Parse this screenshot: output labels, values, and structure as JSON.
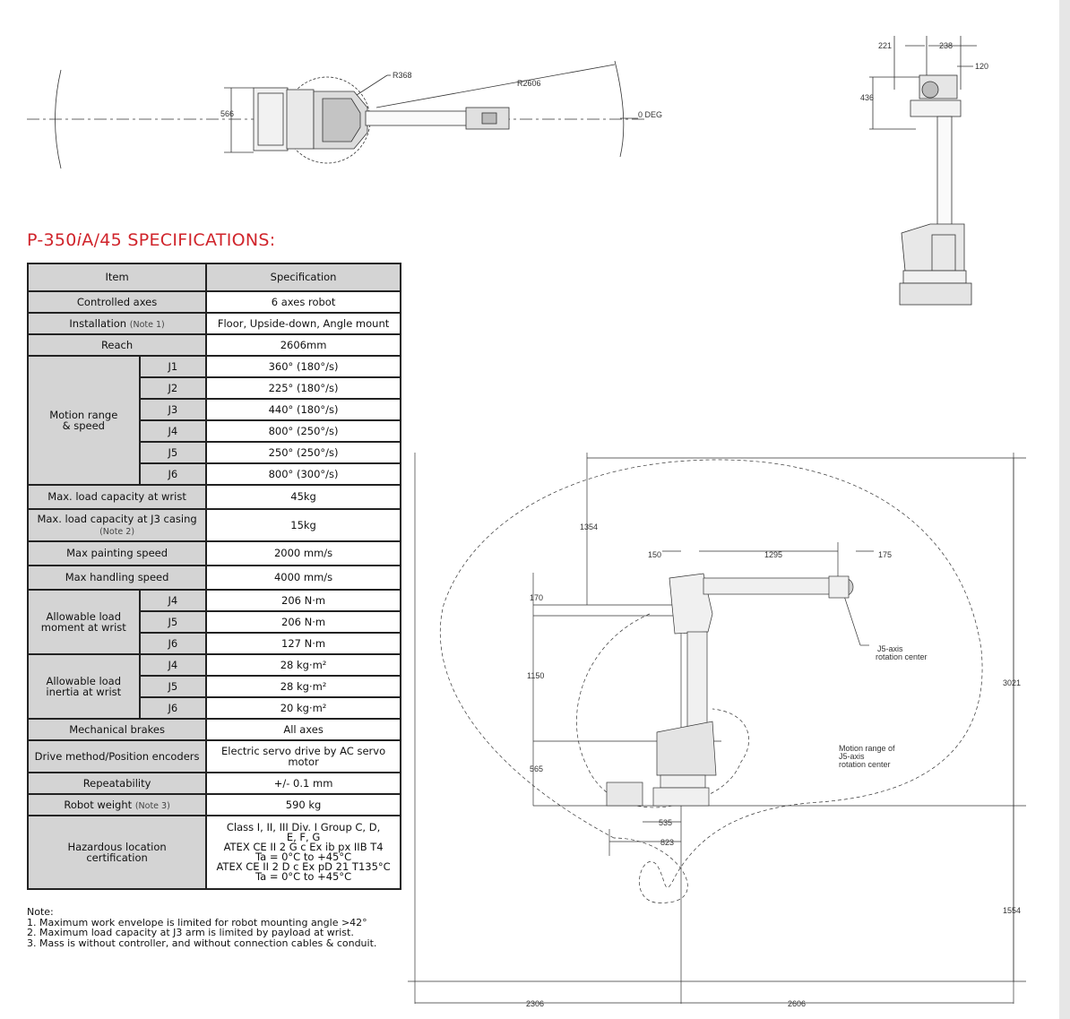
{
  "title_prefix": "P-350",
  "title_italic": "i",
  "title_suffix": "A/45 SPECIFICATIONS:",
  "table": {
    "header_item": "Item",
    "header_spec": "Specification",
    "controlled_axes": {
      "label": "Controlled axes",
      "value": "6 axes robot"
    },
    "installation": {
      "label": "Installation",
      "note": "(Note 1)",
      "value": "Floor, Upside-down, Angle mount"
    },
    "reach": {
      "label": "Reach",
      "value": "2606mm"
    },
    "motion": {
      "label_line1": "Motion range",
      "label_line2": "& speed",
      "rows": [
        {
          "joint": "J1",
          "value": "360°  (180°/s)"
        },
        {
          "joint": "J2",
          "value": "225°  (180°/s)"
        },
        {
          "joint": "J3",
          "value": "440°  (180°/s)"
        },
        {
          "joint": "J4",
          "value": "800°  (250°/s)"
        },
        {
          "joint": "J5",
          "value": "250°  (250°/s)"
        },
        {
          "joint": "J6",
          "value": "800°  (300°/s)"
        }
      ]
    },
    "max_load_wrist": {
      "label": "Max. load capacity at wrist",
      "value": "45kg"
    },
    "max_load_j3": {
      "label": "Max. load capacity at J3 casing",
      "note": "(Note 2)",
      "value": "15kg"
    },
    "max_painting": {
      "label": "Max painting speed",
      "value": "2000 mm/s"
    },
    "max_handling": {
      "label": "Max handling speed",
      "value": "4000 mm/s"
    },
    "moment": {
      "label_line1": "Allowable load",
      "label_line2": "moment at wrist",
      "rows": [
        {
          "joint": "J4",
          "value": "206 N·m"
        },
        {
          "joint": "J5",
          "value": "206 N·m"
        },
        {
          "joint": "J6",
          "value": "127 N·m"
        }
      ]
    },
    "inertia": {
      "label_line1": "Allowable load",
      "label_line2": "inertia at wrist",
      "rows": [
        {
          "joint": "J4",
          "value": "28 kg·m²"
        },
        {
          "joint": "J5",
          "value": "28 kg·m²"
        },
        {
          "joint": "J6",
          "value": "20 kg·m²"
        }
      ]
    },
    "brakes": {
      "label": "Mechanical brakes",
      "value": "All axes"
    },
    "drive": {
      "label": "Drive method/Position encoders",
      "value_line1": "Electric servo drive by AC servo",
      "value_line2": "motor"
    },
    "repeatability": {
      "label": "Repeatability",
      "value": "+/- 0.1 mm"
    },
    "weight": {
      "label": "Robot weight",
      "note": "(Note 3)",
      "value": "590 kg"
    },
    "hazard": {
      "label_line1": "Hazardous location",
      "label_line2": "certification",
      "lines": [
        "Class I, II, III Div. I Group C, D,",
        "E, F, G",
        "ATEX CE II 2 G c Ex ib px IIB T4",
        "Ta = 0°C to +45°C",
        "ATEX CE II 2 D c Ex pD 21 T135°C",
        "Ta = 0°C to +45°C"
      ]
    }
  },
  "notes": {
    "heading": "Note:",
    "lines": [
      "1. Maximum work envelope is limited for robot mounting angle >42°",
      "2. Maximum load capacity at J3 arm is limited by payload at wrist.",
      "3. Mass is without controller, and without connection cables & conduit."
    ]
  },
  "top_view": {
    "dim_566": "566",
    "r368": "R368",
    "r2606": "R2606",
    "zero_deg": "0 DEG"
  },
  "side_view": {
    "dim_221": "221",
    "dim_238": "238",
    "dim_120": "120",
    "dim_436": "436"
  },
  "envelope": {
    "dim_1354": "1354",
    "dim_150": "150",
    "dim_1295": "1295",
    "dim_175": "175",
    "dim_170": "170",
    "dim_1150": "1150",
    "dim_565": "565",
    "dim_535": "535",
    "dim_823": "823",
    "dim_3021": "3021",
    "dim_1554": "1554",
    "dim_2306": "2306",
    "dim_2606": "2606",
    "j5_label_line1": "J5-axis",
    "j5_label_line2": "rotation center",
    "range_line1": "Motion range of",
    "range_line2": "J5-axis",
    "range_line3": "rotation center"
  }
}
